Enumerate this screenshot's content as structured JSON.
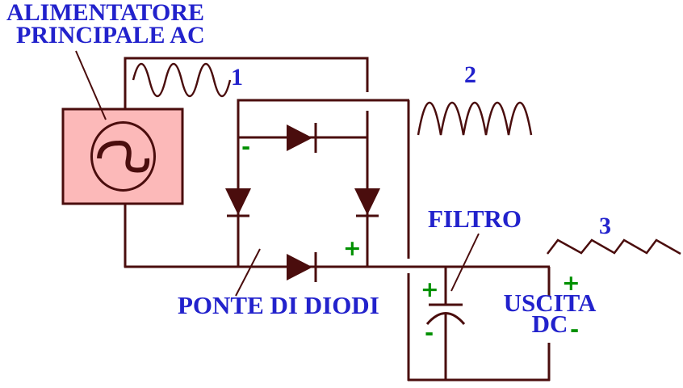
{
  "diagram_title": {
    "line1": "ALIMENTATORE",
    "line2": "PRINCIPALE AC"
  },
  "labels": {
    "waveform1_number": "1",
    "waveform2_number": "2",
    "waveform3_number": "3",
    "bridge_label": "PONTE DI DIODI",
    "filter_label": "FILTRO",
    "output_line1": "USCITA",
    "output_line2": "DC"
  },
  "polarity_marks": {
    "bridge_minus": "-",
    "bridge_plus": "+",
    "capacitor_plus": "+",
    "capacitor_minus": "-",
    "output_plus": "+",
    "output_minus": "-"
  },
  "icons": {
    "ac_source": "ac-source-sine-in-circle",
    "waveform1": "sine-wave",
    "waveform2": "full-wave-rectified-wave",
    "waveform3": "dc-ripple-sawtooth-wave",
    "diode_top": "diode-right",
    "diode_bottom": "diode-right",
    "diode_left": "diode-down",
    "diode_right": "diode-down",
    "capacitor": "polarized-capacitor"
  },
  "colors": {
    "wire": "#4a0d0d",
    "label_blue": "#2222cc",
    "polarity_green": "#009000",
    "source_fill": "#fcb9b9",
    "background": "#ffffff"
  }
}
